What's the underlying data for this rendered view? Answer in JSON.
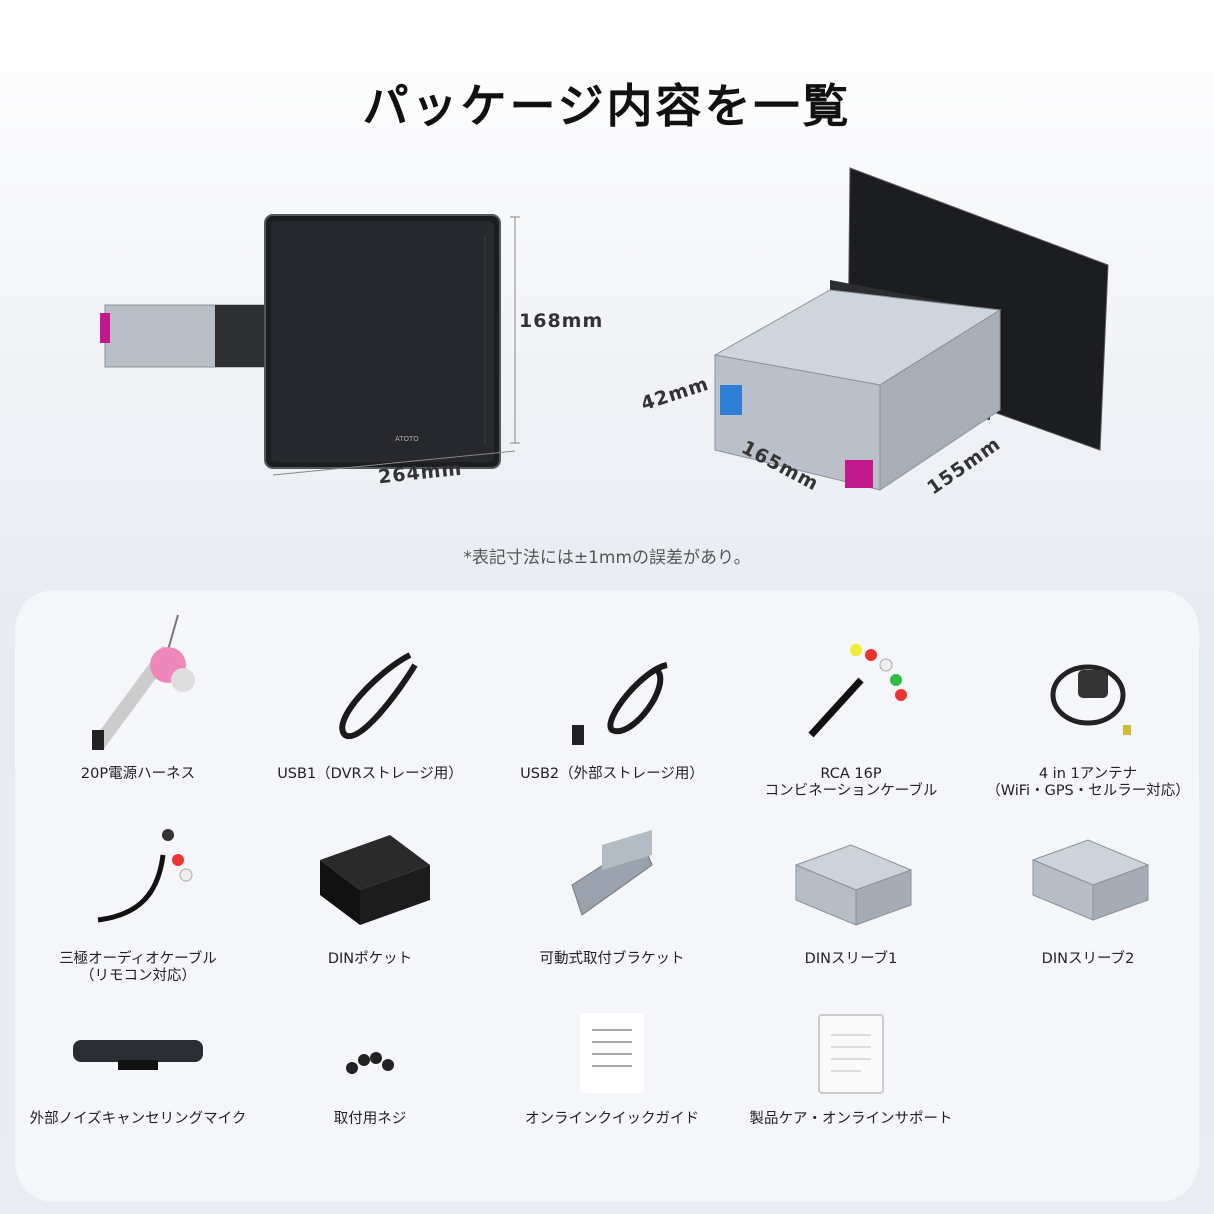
{
  "title": "パッケージ内容を一覧",
  "dimensions": {
    "height": "168mm",
    "width": "264mm",
    "depth_left": "42mm",
    "chassis_length": "165mm",
    "chassis_width": "155mm"
  },
  "screen_brand": "ATOTO",
  "note": "*表記寸法には±1mmの誤差があり。",
  "items": [
    {
      "label": "20P電源ハーネス",
      "icon": "wire-harness-icon"
    },
    {
      "label": "USB1（DVRストレージ用）",
      "icon": "usb-cable-icon"
    },
    {
      "label": "USB2（外部ストレージ用）",
      "icon": "usb-cable-icon"
    },
    {
      "label": "RCA 16P",
      "label2": "コンビネーションケーブル",
      "icon": "rca-cable-icon"
    },
    {
      "label": "4 in 1アンテナ",
      "label2": "（WiFi・GPS・セルラー対応）",
      "icon": "antenna-icon"
    },
    {
      "label": "三極オーディオケーブル",
      "label2": "（リモコン対応）",
      "icon": "audio-cable-icon"
    },
    {
      "label": "DINポケット",
      "icon": "din-pocket-icon"
    },
    {
      "label": "可動式取付ブラケット",
      "icon": "bracket-icon"
    },
    {
      "label": "DINスリーブ1",
      "icon": "din-sleeve-icon"
    },
    {
      "label": "DINスリーブ2",
      "icon": "din-sleeve-icon"
    },
    {
      "label": "外部ノイズキャンセリングマイク",
      "icon": "microphone-icon"
    },
    {
      "label": "取付用ネジ",
      "icon": "screws-icon"
    },
    {
      "label": "オンラインクイックガイド",
      "icon": "guide-icon"
    },
    {
      "label": "製品ケア・オンラインサポート",
      "icon": "support-card-icon"
    }
  ]
}
